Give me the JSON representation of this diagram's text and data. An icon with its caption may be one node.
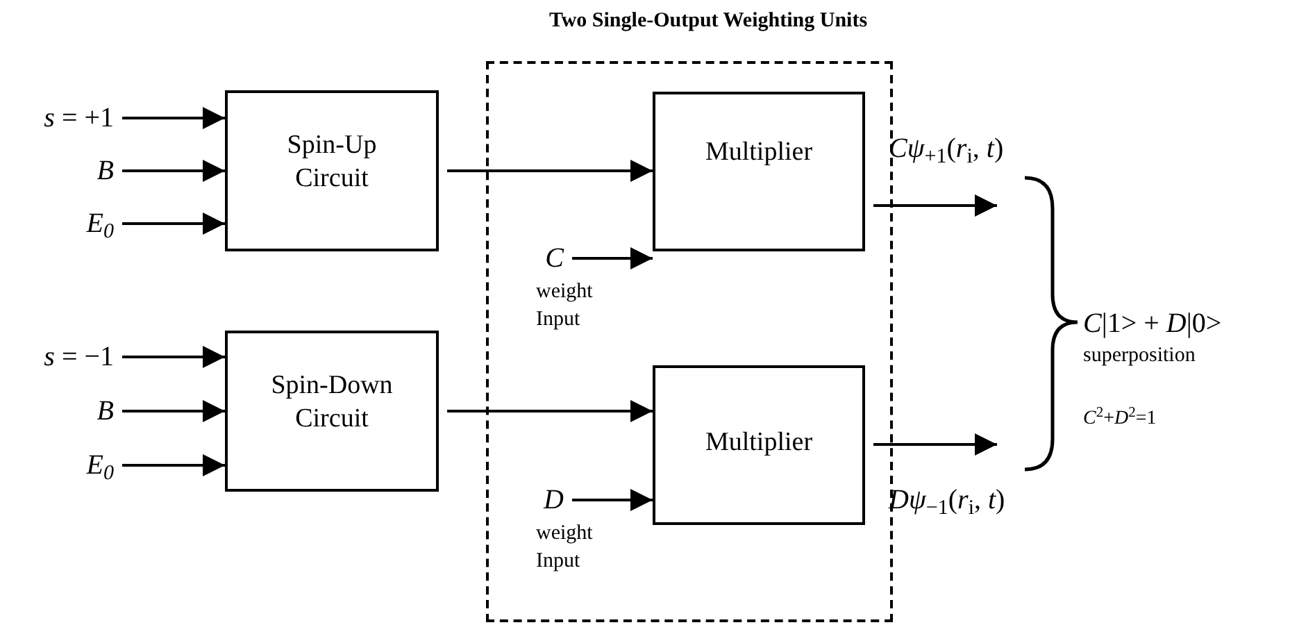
{
  "diagram": {
    "nodes": [
      {
        "text": [
          "Two Single-Output Weighting Units"
        ]
      },
      {
        "text": [
          "*s* = +1"
        ]
      },
      {
        "text": [
          "B"
        ]
      },
      {
        "text": [
          "E$_{0}$"
        ]
      },
      {
        "text": [
          "Spin-Up Circuit"
        ]
      },
      {
        "text": [
          "*s* = −1"
        ]
      },
      {
        "text": [
          "B"
        ]
      },
      {
        "text": [
          "E$_{0}$"
        ]
      },
      {
        "text": [
          "Spin-Down Circuit"
        ]
      },
      {
        "text": [
          "Multiplier"
        ],
        "in": 0
      },
      {
        "text": [
          "C"
        ],
        "beside": [
          "weight Input"
        ],
        "in": 0
      },
      {
        "text": [
          "Multiplier"
        ],
        "in": 0
      },
      {
        "text": [
          "D"
        ],
        "beside": [
          "weight Input"
        ],
        "in": 0
      }
    ],
    "edges": [
      {
        "from": 1,
        "to": 4,
        "arrow": "to"
      },
      {
        "from": 2,
        "to": 4,
        "arrow": "to"
      },
      {
        "from": 3,
        "to": 4,
        "arrow": "to"
      },
      {
        "from": 5,
        "to": 8,
        "arrow": "to"
      },
      {
        "from": 6,
        "to": 8,
        "arrow": "to"
      },
      {
        "from": 7,
        "to": 8,
        "arrow": "to"
      },
      {
        "from": 4,
        "to": 9,
        "arrow": "to"
      },
      {
        "from": 8,
        "to": 11,
        "arrow": "to"
      },
      {
        "from": 10,
        "to": 9,
        "arrow": "to"
      },
      {
        "from": 12,
        "to": 11,
        "arrow": "to"
      },
      {
        "from": 9,
        "to": null,
        "arrow": "to"
      },
      {
        "from": 11,
        "to": null,
        "arrow": "to"
      }
    ],
    "labels": [
      "*Cψ*$_{+1}$(*r*$_{i}$, *t*)",
      "*Dψ*$_{−1}$(*r*$_{i}$, *t*)",
      "*C*|1> + *D*|0>",
      "superposition",
      "*C*$^{2}$+*D*$^{2}$=1"
    ]
  }
}
